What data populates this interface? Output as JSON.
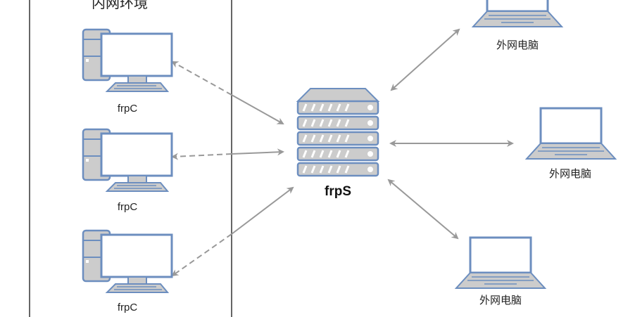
{
  "zone": {
    "title": "内网环境"
  },
  "server": {
    "label": "frpS"
  },
  "clients": [
    {
      "label": "frpC"
    },
    {
      "label": "frpC"
    },
    {
      "label": "frpC"
    }
  ],
  "externals": [
    {
      "label": "外网电脑"
    },
    {
      "label": "外网电脑"
    },
    {
      "label": "外网电脑"
    }
  ],
  "colors": {
    "icon_stroke": "#6c8ebf",
    "icon_fill": "#cccccc",
    "arrow": "#999999",
    "border": "#333333"
  }
}
